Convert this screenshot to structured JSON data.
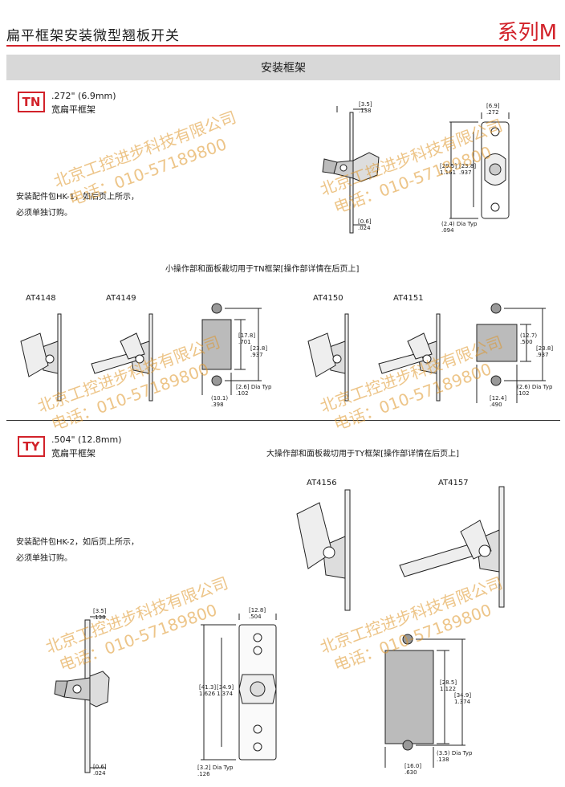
{
  "header": {
    "title": "扁平框架安装微型翘板开关",
    "series": "系列M"
  },
  "section_title": "安装框架",
  "tn": {
    "code": "TN",
    "thickness": ".272\" (6.9mm)",
    "frame": "宽扁平框架",
    "kit_line1": "安装配件包HK-1，如后页上所示，",
    "kit_line2": "必须单独订购。",
    "dims": {
      "side_top": "[3.5]\n.138",
      "side_bottom": "[0.6]\n.024",
      "front_width": "[6.9]\n.272",
      "front_h1": "[29.5]\n1.161",
      "front_h2": "[23.8]\n.937",
      "front_hole": "(2.4) Dia Typ\n.094"
    },
    "cutout_caption": "小操作部和面板裁切用于TN框架[操作部详情在后页上]",
    "models": [
      "AT4148",
      "AT4149",
      "AT4150",
      "AT4151"
    ],
    "cut1": {
      "h": "[17.8]\n.701",
      "total": "[23.8]\n.937",
      "hole": "[2.6] Dia Typ\n.102",
      "w": "(10.1)\n.398"
    },
    "cut2": {
      "h": "(12.7)\n.500",
      "total": "[23.8]\n.937",
      "hole": "(2.6) Dia Typ\n.102",
      "w": "[12.4]\n.490"
    }
  },
  "ty": {
    "code": "TY",
    "thickness": ".504\" (12.8mm)",
    "frame": "宽扁平框架",
    "kit_line1": "安装配件包HK-2，如后页上所示，",
    "kit_line2": "必须单独订购。",
    "cutout_caption": "大操作部和面板裁切用于TY框架[操作部详情在后页上]",
    "models": [
      "AT4156",
      "AT4157"
    ],
    "dims": {
      "side_top": "[3.5]\n.138",
      "side_bottom": "[0.6]\n.024",
      "front_width": "[12.8]\n.504",
      "front_h1": "[41.3]\n1.626",
      "front_h2": "[34.9]\n1.374",
      "front_hole": "[3.2] Dia Typ\n.126",
      "cut_h": "[28.5]\n1.122",
      "cut_total": "[34.9]\n1.374",
      "cut_hole": "(3.5) Dia Typ\n.138",
      "cut_w": "[16.0]\n.630"
    }
  },
  "watermark": {
    "company": "北京工控进步科技有限公司",
    "phone": "电话：010-57189800"
  }
}
